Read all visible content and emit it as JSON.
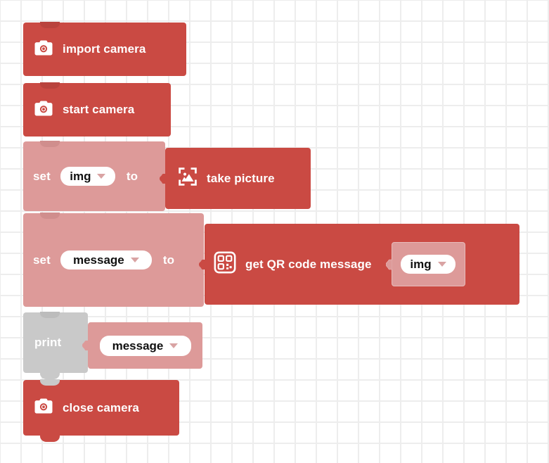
{
  "workspace": {
    "name": "blockly-workspace",
    "background_color": "#ffffff",
    "grid_color": "#ededed",
    "grid_size": 30
  },
  "colors": {
    "camera_block": "#ca4a43",
    "variable_block": "#dd9a99",
    "print_block": "#c9c9c9",
    "field_background": "#ffffff",
    "field_text": "#111111",
    "block_text": "#ffffff",
    "chevron": "#d9a3a3"
  },
  "blocks": [
    {
      "id": "import-camera",
      "kind": "statement",
      "category": "camera",
      "icon": "camera-icon",
      "label": "import camera"
    },
    {
      "id": "start-camera",
      "kind": "statement",
      "category": "camera",
      "icon": "camera-icon",
      "label": "start camera"
    },
    {
      "id": "set-img",
      "kind": "statement",
      "category": "variable",
      "label_prefix": "set",
      "label_suffix": "to",
      "variable": "img",
      "value_block": {
        "id": "take-picture",
        "kind": "reporter",
        "category": "camera",
        "icon": "image-icon",
        "label": "take picture"
      }
    },
    {
      "id": "set-message",
      "kind": "statement",
      "category": "variable",
      "label_prefix": "set",
      "label_suffix": "to",
      "variable": "message",
      "value_block": {
        "id": "get-qr-code-message",
        "kind": "reporter",
        "category": "camera",
        "icon": "qr-code-icon",
        "label": "get QR code message",
        "argument": {
          "id": "qr-img-arg",
          "kind": "variable-reporter",
          "variable": "img"
        }
      }
    },
    {
      "id": "print",
      "kind": "statement",
      "category": "print",
      "label": "print",
      "value_block": {
        "id": "print-message-arg",
        "kind": "variable-reporter",
        "variable": "message"
      }
    },
    {
      "id": "close-camera",
      "kind": "statement",
      "category": "camera",
      "icon": "camera-icon",
      "label": "close camera"
    }
  ]
}
